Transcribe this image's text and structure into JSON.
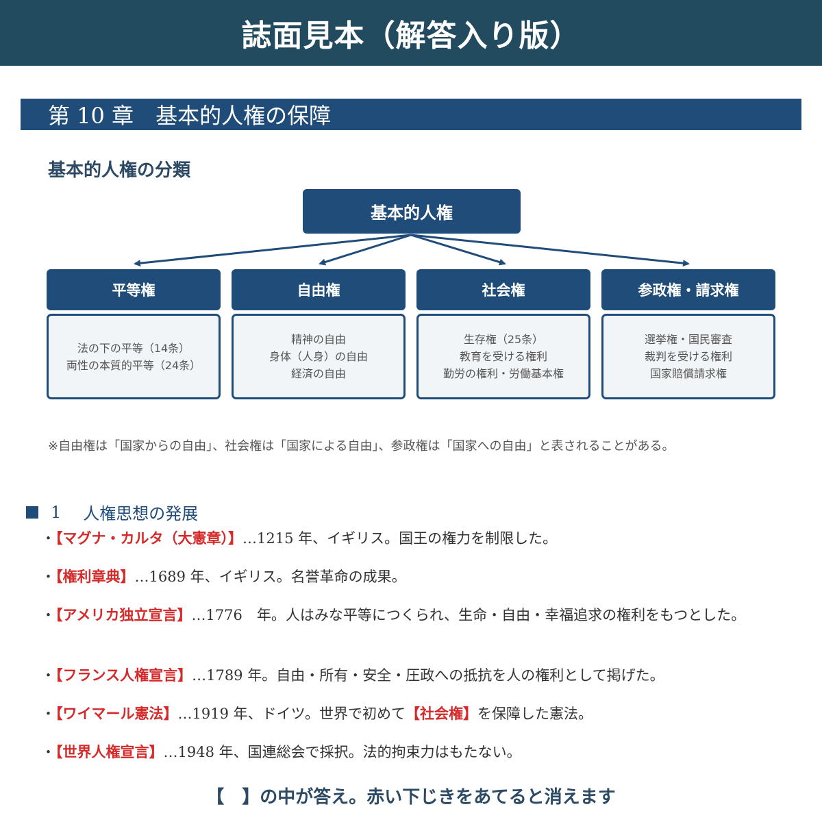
{
  "banner": {
    "title": "誌面見本（解答入り版）"
  },
  "chapter": {
    "title": "第 10 章　基本的人権の保障"
  },
  "section": {
    "title": "基本的人権の分類"
  },
  "diagram": {
    "root": "基本的人権",
    "categories": [
      {
        "header": "平等権",
        "lines": [
          "法の下の平等（14条）",
          "両性の本質的平等（24条）"
        ]
      },
      {
        "header": "自由権",
        "lines": [
          "精神の自由",
          "身体（人身）の自由",
          "経済の自由"
        ]
      },
      {
        "header": "社会権",
        "lines": [
          "生存権（25条）",
          "教育を受ける権利",
          "勤労の権利・労働基本権"
        ]
      },
      {
        "header": "参政権・請求権",
        "lines": [
          "選挙権・国民審査",
          "裁判を受ける権利",
          "国家賠償請求権"
        ]
      }
    ]
  },
  "note": "※自由権は「国家からの自由」、社会権は「国家による自由」、参政権は「国家への自由」と表されることがある。",
  "subsection": {
    "number": "1",
    "title": "人権思想の発展"
  },
  "items": [
    {
      "prefix": "・",
      "key": "【マグナ・カルタ（大憲章）】",
      "text": "…1215 年、イギリス。国王の権力を制限した。"
    },
    {
      "prefix": "・",
      "key": "【権利章典】",
      "text": "…1689 年、イギリス。名誉革命の成果。"
    },
    {
      "prefix": "・",
      "key": "【アメリカ独立宣言】",
      "text": "…1776　年。人はみな平等につくられ、生命・自由・幸福追求の権利をもつとした。"
    },
    {
      "prefix": "・",
      "key": "【フランス人権宣言】",
      "text": "…1789 年。自由・所有・安全・圧政への抵抗を人の権利として掲げた。"
    },
    {
      "prefix": "・",
      "key": "【ワイマール憲法】",
      "text": "…1919 年、ドイツ。世界で初めて",
      "key2": "【社会権】",
      "text2": "を保障した憲法。"
    },
    {
      "prefix": "・",
      "key": "【世界人権宣言】",
      "text": "…1948 年、国連総会で採択。法的拘束力はもたない。"
    }
  ],
  "footer": "【　】の中が答え。赤い下じきをあてると消えます",
  "colors": {
    "banner": "#234b5f",
    "navy": "#1f4c78",
    "answer_red": "#d42a2a"
  }
}
